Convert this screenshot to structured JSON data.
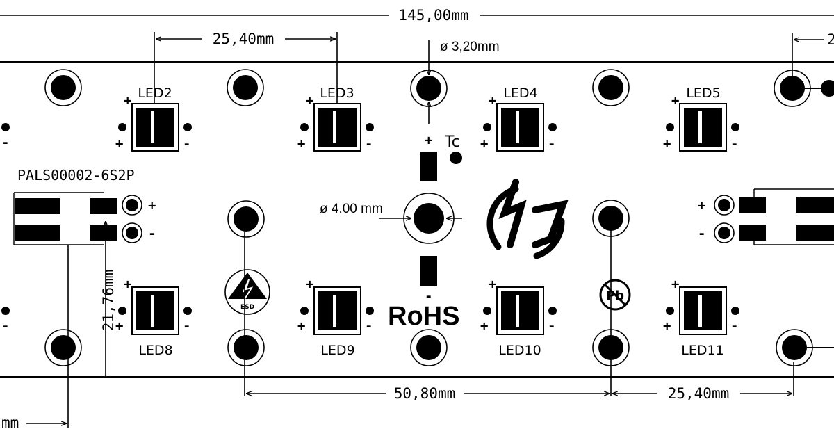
{
  "dimensions": {
    "overall_length": "145,00mm",
    "led_pitch_top": "25,40mm",
    "mount_hole_diameter": "ø 3,20mm",
    "center_hole_diameter": "ø 4.00 mm",
    "hole_spacing_bottom": "50,80mm",
    "led_pitch_bottom_right": "25,40mm",
    "strip_width": "21,76mm",
    "partial_top_right": "2",
    "partial_bottom_left": "mm"
  },
  "leds": {
    "top": [
      "LED2",
      "LED3",
      "LED4",
      "LED5"
    ],
    "bottom": [
      "LED8",
      "LED9",
      "LED10",
      "LED11"
    ]
  },
  "polarity": {
    "plus": "+",
    "minus": "-"
  },
  "labels": {
    "connector_part": "PALS00002-6S2P",
    "tc": "Tc",
    "rohs": "RoHS",
    "esd": "ESD"
  },
  "colors": {
    "ink": "#000000",
    "background": "#ffffff"
  }
}
